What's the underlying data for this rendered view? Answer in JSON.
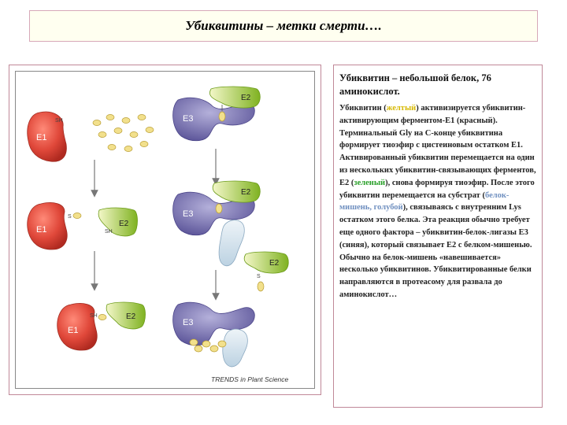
{
  "title": "Убиквитины – метки смерти….",
  "figure": {
    "labels": {
      "e1": "E1",
      "e2": "E2",
      "e3": "E3",
      "sh": "SH",
      "s": "S"
    },
    "caption": "TRENDS in Plant Science"
  },
  "text": {
    "lead": "Убиквитин – небольшой белок, 76 аминокислот.",
    "body": [
      "Убиквитин (",
      "желтый",
      ") активизируется убиквитин-активирующим ферментом-E1 (",
      "красный",
      "). Терминальный Gly на C-конце убиквитина формирует тиоэфир с цистеиновым остатком E1. Активированный убиквитин перемещается на один из нескольких убиквитин-связывающих ферментов, E2 (",
      "зеленый",
      "), снова формируя тиоэфир. После этого убиквитин перемещается на субстрат (",
      "белок-мишень, голубой",
      "), связываясь с внутренним Lys остатком этого белка. Эта реакция обычно требует еще одного фактора – убиквитин-белок-лигазы E3 (синяя), который связывает E2 с белком-мишенью. Обычно на белок-мишень «навешивается» несколько убиквитинов. Убиквитированные белки направляются в протеасому для развала до аминокислот…"
    ]
  },
  "colors": {
    "e1_red": "#e0483a",
    "e2_green": "#8cbf2a",
    "e3_purple": "#6f69a8",
    "ubiquitin_yellow": "#f2e08c",
    "target_blue": "#cfe0ec"
  }
}
